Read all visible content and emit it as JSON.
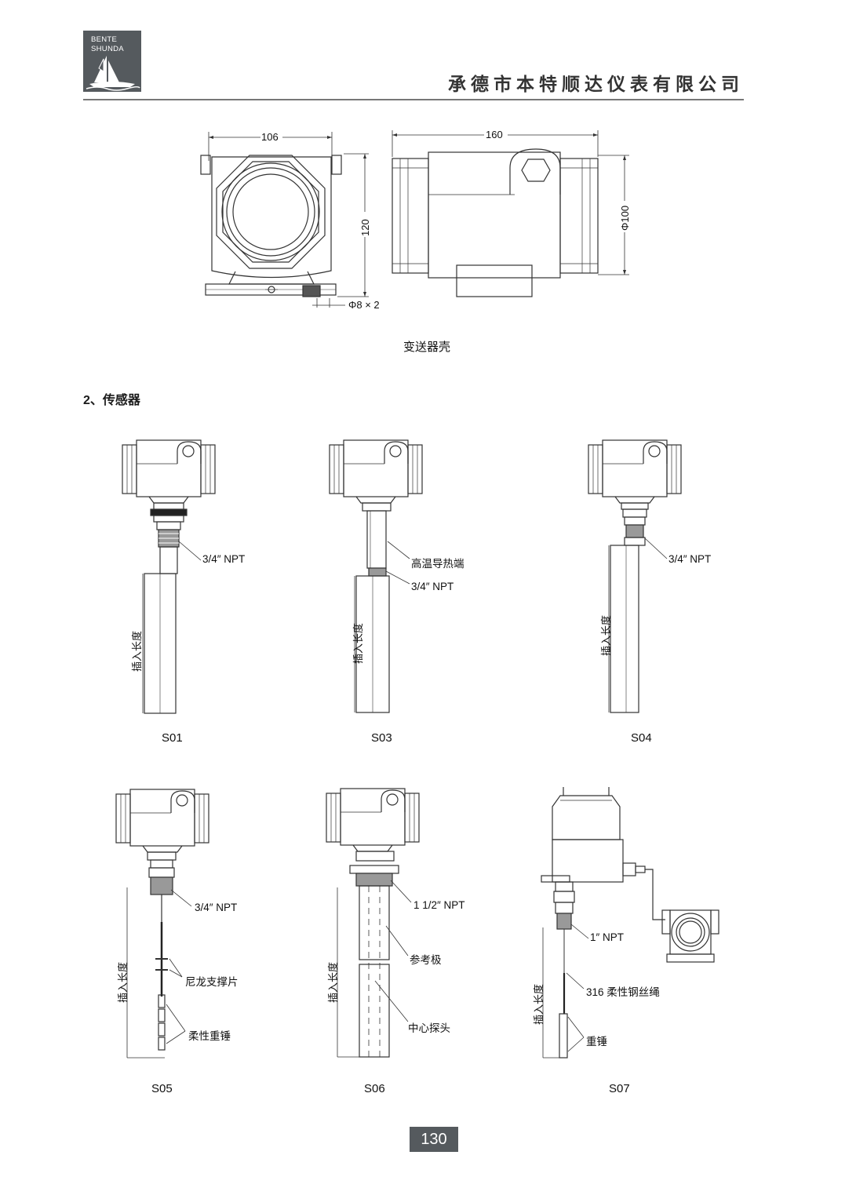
{
  "header": {
    "logo_line1": "BENTE",
    "logo_line2": "SHUNDA",
    "company": "承德市本特顺达仪表有限公司"
  },
  "housing": {
    "width_dim": "106",
    "length_dim": "160",
    "height_dim": "120",
    "diameter_dim": "Φ100",
    "hole_dim": "Φ8 × 2",
    "caption": "变送器壳"
  },
  "section": {
    "title": "2、传感器"
  },
  "sensors": {
    "s01": {
      "thread": "3/4″ NPT",
      "insertion": "插入长度",
      "caption": "S01"
    },
    "s03": {
      "hot_end": "高温导热端",
      "thread": "3/4″ NPT",
      "insertion": "插入长度",
      "caption": "S03"
    },
    "s04": {
      "thread": "3/4″ NPT",
      "insertion": "插入长度",
      "caption": "S04"
    },
    "s05": {
      "thread": "3/4″ NPT",
      "spacer": "尼龙支撑片",
      "weight": "柔性重锤",
      "insertion": "插入长度",
      "caption": "S05"
    },
    "s06": {
      "thread": "1 1/2″ NPT",
      "reference": "参考极",
      "probe": "中心探头",
      "insertion": "插入长度",
      "caption": "S06"
    },
    "s07": {
      "thread": "1″ NPT",
      "cable": "316 柔性钢丝绳",
      "weight": "重锤",
      "insertion": "插入长度",
      "caption": "S07"
    }
  },
  "page": {
    "number": "130"
  }
}
